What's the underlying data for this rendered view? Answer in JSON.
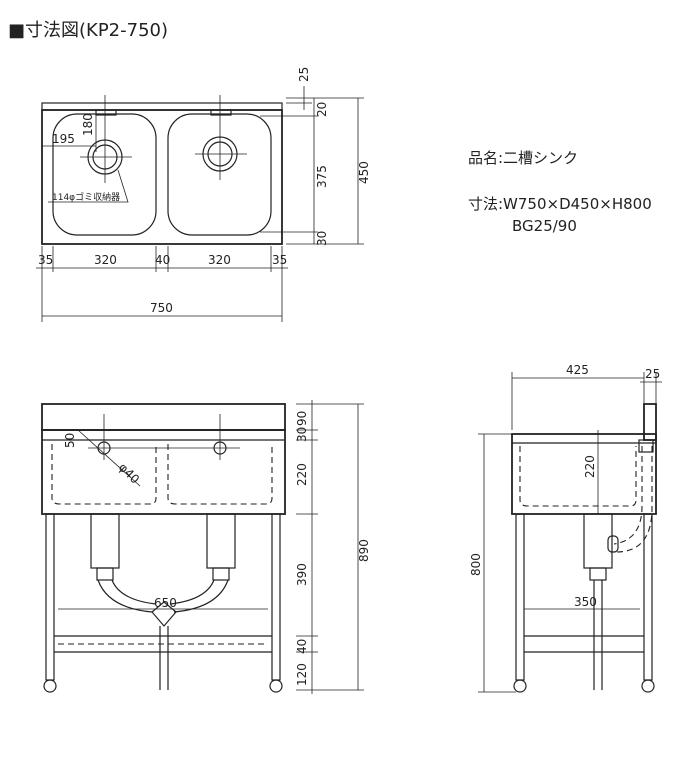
{
  "title": "■寸法図(KP2-750)",
  "spec": {
    "name": "品名:二槽シンク",
    "size_line1": "寸法:W750×D450×H800",
    "size_line2": "BG25/90"
  },
  "top_view": {
    "dims": {
      "bg": "25",
      "rear": "20",
      "bowl_depth": "375",
      "front": "30",
      "depth_total": "450",
      "drain_x": "195",
      "drain_y": "180",
      "edge_left": "35",
      "bowl_w_1": "320",
      "divider": "40",
      "bowl_w_2": "320",
      "edge_right": "35",
      "width_total": "750"
    },
    "drain_note": "114φゴミ収納器"
  },
  "front_view": {
    "dims": {
      "overflow_off": "50",
      "overflow_dia": "φ40",
      "h_bg": "90",
      "h_top": "30",
      "h_bowl": "220",
      "h_trap": "390",
      "h_shelf": "40",
      "h_foot": "120",
      "h_total": "890",
      "drain_spacing": "650"
    }
  },
  "side_view": {
    "dims": {
      "depth": "425",
      "bg_thick": "25",
      "bowl_depth": "220",
      "height": "800",
      "drain_off": "350"
    }
  }
}
